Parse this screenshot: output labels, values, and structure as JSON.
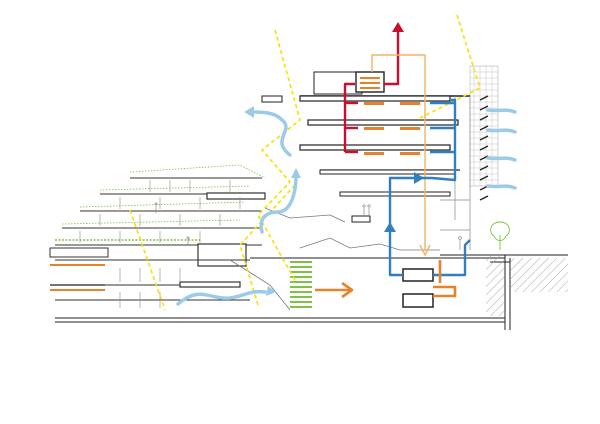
{
  "diagram": {
    "kind": "building section with climate / energy flows",
    "colors": {
      "background": "#ffffff",
      "structure": "#222222",
      "thin_line": "#777777",
      "hot_air": "#c8102e",
      "cold_air": "#2f7fc1",
      "warm_supply": "#e8822a",
      "warm_light": "#f2b266",
      "breeze": "#9ccbe8",
      "sunlight": "#f5e000",
      "vegetation": "#7dc242",
      "facade_grid": "#bbbbbb",
      "ground_hatch": "#999999"
    },
    "flows": [
      "red-exhaust-flow",
      "blue-cooling-loop",
      "orange-heating-flow",
      "light-blue-natural-ventilation",
      "yellow-daylight-rays"
    ],
    "icons": [
      "tree-icon",
      "person-icon"
    ]
  }
}
